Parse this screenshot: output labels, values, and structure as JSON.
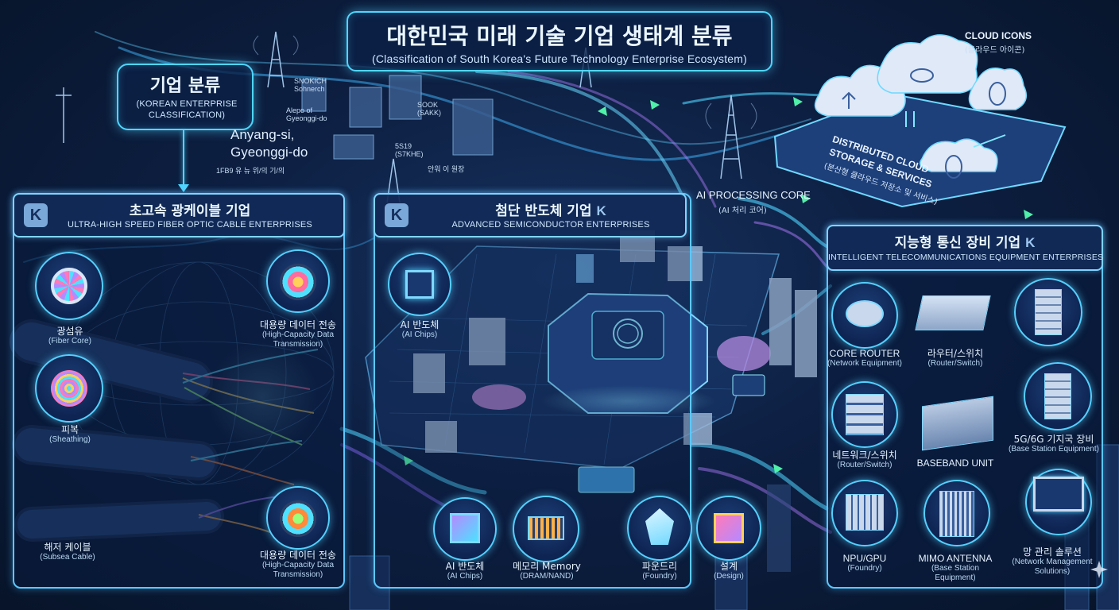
{
  "header": {
    "title_ko": "대한민국 미래 기술 기업 생태계 분류",
    "title_en": "(Classification of South Korea's Future Technology Enterprise Ecosystem)"
  },
  "classification": {
    "title_ko": "기업 분류",
    "title_en": "(KOREAN ENTERPRISE CLASSIFICATION)"
  },
  "location": {
    "city": "Anyang-si,",
    "province": "Gyeonggi-do",
    "small_labels": [
      "SNOKICH Sohnerch",
      "Alepo of Gyeonggi-do",
      "SOOK (SAKK)",
      "5S19 (S7KHE)",
      "1FB9 유 뉴 위/의 기/의",
      "안워 이 원장"
    ]
  },
  "cloud": {
    "icons_label": "CLOUD ICONS",
    "icons_label_ko": "(클라우드 아이콘)",
    "title_line1": "DISTRIBUTED CLOUD",
    "title_line2": "STORAGE & SERVICES",
    "title_ko": "(분산형 클라우드 저장소 및 서비스)"
  },
  "ai_core": {
    "label": "AI PROCESSING CORE",
    "label_ko": "(AI 처리 코어)"
  },
  "fiber": {
    "title_ko": "초고속 광케이블 기업",
    "title_en": "ULTRA-HIGH SPEED FIBER OPTIC CABLE ENTERPRISES",
    "k_icon": "K",
    "items": [
      {
        "ko": "광섬유",
        "en": "(Fiber Core)"
      },
      {
        "ko": "대용량 데이터 전송",
        "en": "(High-Capacity Data Transmission)"
      },
      {
        "ko": "피복",
        "en": "(Sheathing)"
      },
      {
        "ko": "해저 케이블",
        "en": "(Subsea Cable)"
      },
      {
        "ko": "대용량 데이터 전송",
        "en": "(High-Capacity Data Transmission)"
      }
    ]
  },
  "semi": {
    "title_ko": "첨단 반도체 기업",
    "title_en": "ADVANCED SEMICONDUCTOR ENTERPRISES",
    "k_icon": "K",
    "k_mark": "K",
    "ai_chip_top": {
      "ko": "AI 반도체",
      "en": "(AI Chips)"
    },
    "items": [
      {
        "ko": "AI 반도체",
        "en": "(AI Chips)"
      },
      {
        "ko": "메모리 Memory",
        "en": "(DRAM/NAND)"
      },
      {
        "ko": "파운드리",
        "en": "(Foundry)"
      },
      {
        "ko": "설계",
        "en": "(Design)"
      }
    ]
  },
  "telecom": {
    "title_ko": "지능형 통신 장비 기업",
    "title_en": "INTELLIGENT TELECOMMUNICATIONS EQUIPMENT ENTERPRISES",
    "k_mark": "K",
    "items": [
      {
        "ko": "CORE ROUTER",
        "en": "(Network Equipment)"
      },
      {
        "ko": "라우터/스위치",
        "en": "(Router/Switch)"
      },
      {
        "ko": "네트워크/스위치",
        "en": "(Router/Switch)"
      },
      {
        "ko": "BASEBAND UNIT",
        "en": ""
      },
      {
        "ko": "5G/6G 기지국 장비",
        "en": "(Base Station Equipment)"
      },
      {
        "ko": "NPU/GPU",
        "en": "(Foundry)"
      },
      {
        "ko": "MIMO ANTENNA",
        "en": "(Base Station Equipment)"
      },
      {
        "ko": "망 관리 솔루션",
        "en": "(Network Management Solutions)"
      }
    ]
  },
  "colors": {
    "accent": "#4fd6ff",
    "background": "#0d1f42",
    "panel_border": "#5cc8ff"
  }
}
